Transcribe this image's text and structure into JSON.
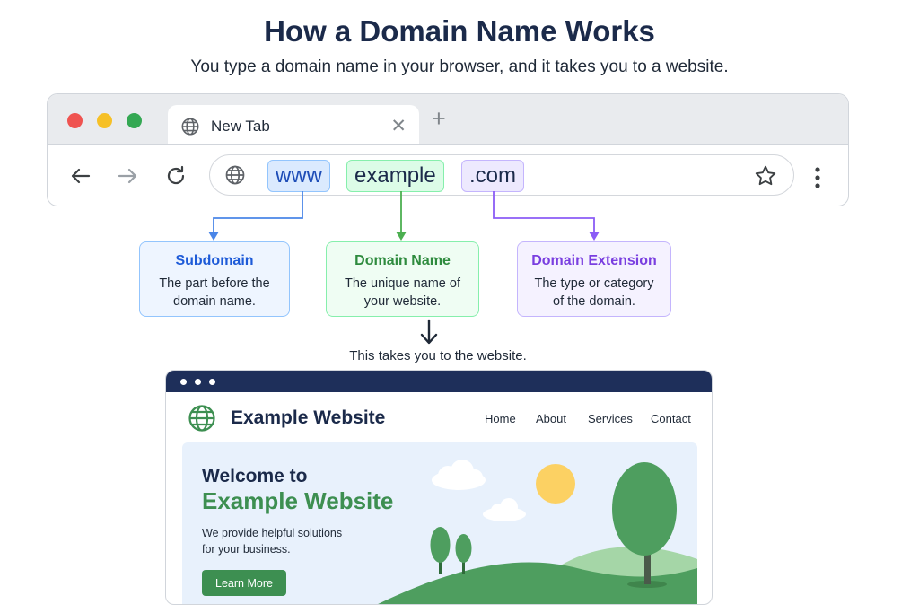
{
  "header": {
    "title": "How a Domain Name Works",
    "subtitle": "You type a domain name in your browser, and it takes you to a website."
  },
  "browser": {
    "tab_title": "New Tab",
    "tab_close_icon": "close-icon",
    "new_tab_icon": "plus-icon",
    "url_parts": {
      "subdomain": "www",
      "domain": "example",
      "extension": ".com"
    },
    "icons": [
      "back-arrow-icon",
      "forward-arrow-icon",
      "reload-icon",
      "globe-icon",
      "star-icon",
      "more-vertical-icon"
    ]
  },
  "callouts": {
    "subdomain": {
      "title": "Subdomain",
      "desc_l1": "The part before the",
      "desc_l2": "domain name."
    },
    "domain": {
      "title": "Domain Name",
      "desc_l1": "The unique name of",
      "desc_l2": "your website."
    },
    "extension": {
      "title": "Domain Extension",
      "desc_l1": "The type or category",
      "desc_l2": "of the domain."
    }
  },
  "takes_text": "This takes you to the website.",
  "website": {
    "name": "Example Website",
    "nav": [
      "Home",
      "About",
      "Services",
      "Contact"
    ],
    "hero_line1": "Welcome to",
    "hero_line2": "Example Website",
    "hero_desc_l1": "We provide helpful solutions",
    "hero_desc_l2": "for your business.",
    "cta": "Learn More"
  },
  "colors": {
    "title": "#1b2a4a",
    "subdomain": "#1e5bd8",
    "domain": "#2e8b3e",
    "extension": "#7a3fe0",
    "site_bar": "#1e2f5a",
    "site_green": "#3d8f51"
  }
}
